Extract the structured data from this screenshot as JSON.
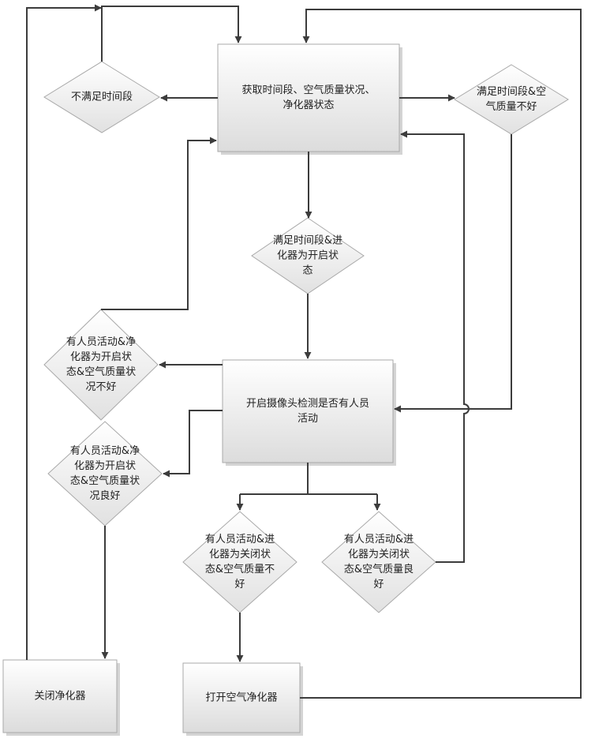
{
  "nodes": {
    "acquire": "获取时间段、空气质量状况、\n净化器状态",
    "not_in_time": "不满足时间段",
    "time_bad_air": "满足时间段&空\n气质量不好",
    "time_on": "满足时间段&进\n化器为开启状\n态",
    "camera": "开启摄像头检测是否有人员\n活动",
    "active_on_bad": "有人员活动&净\n化器为开启状\n态&空气质量状\n况不好",
    "active_on_good": "有人员活动&净\n化器为开启状\n态&空气质量状\n况良好",
    "active_off_bad": "有人员活动&进\n化器为关闭状\n态&空气质量不\n好",
    "active_off_good": "有人员活动&进\n化器为关闭状\n态&空气质量良\n好",
    "close_purifier": "关闭净化器",
    "open_purifier": "打开空气净化器"
  }
}
